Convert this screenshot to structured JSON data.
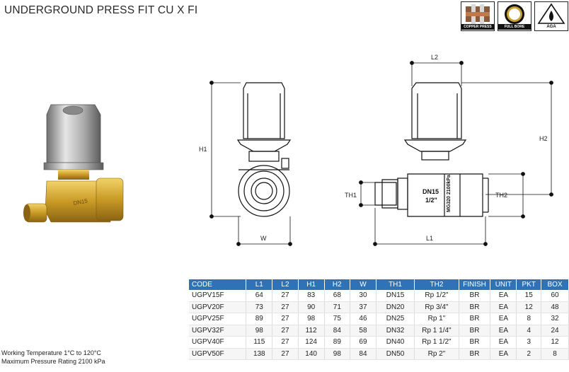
{
  "title": "UNDERGROUND PRESS FIT CU X FI",
  "badges": [
    {
      "label": "COPPER PRESS",
      "icon": "copper-press-icon"
    },
    {
      "label": "FULL BORE",
      "icon": "full-bore-icon"
    },
    {
      "label": "AGA",
      "icon": "flame-icon"
    }
  ],
  "dimension_labels": {
    "h1": "H1",
    "w": "W",
    "l2": "L2",
    "h2": "H2",
    "th1": "TH1",
    "th2": "TH2",
    "l1": "L1"
  },
  "valve_marking": {
    "size": "DN15",
    "thread": "1/2\"",
    "rating": "MG320 2100kPa"
  },
  "table": {
    "headers": [
      "CODE",
      "L1",
      "L2",
      "H1",
      "H2",
      "W",
      "TH1",
      "TH2",
      "FINISH",
      "UNIT",
      "PKT",
      "BOX"
    ],
    "rows": [
      [
        "UGPV15F",
        "64",
        "27",
        "83",
        "68",
        "30",
        "DN15",
        "Rp 1/2\"",
        "BR",
        "EA",
        "15",
        "60"
      ],
      [
        "UGPV20F",
        "73",
        "27",
        "90",
        "71",
        "37",
        "DN20",
        "Rp 3/4\"",
        "BR",
        "EA",
        "12",
        "48"
      ],
      [
        "UGPV25F",
        "89",
        "27",
        "98",
        "75",
        "46",
        "DN25",
        "Rp 1\"",
        "BR",
        "EA",
        "8",
        "32"
      ],
      [
        "UGPV32F",
        "98",
        "27",
        "112",
        "84",
        "58",
        "DN32",
        "Rp 1 1/4\"",
        "BR",
        "EA",
        "4",
        "24"
      ],
      [
        "UGPV40F",
        "115",
        "27",
        "124",
        "89",
        "69",
        "DN40",
        "Rp 1 1/2\"",
        "BR",
        "EA",
        "3",
        "12"
      ],
      [
        "UGPV50F",
        "138",
        "27",
        "140",
        "98",
        "84",
        "DN50",
        "Rp 2\"",
        "BR",
        "EA",
        "2",
        "8"
      ]
    ]
  },
  "notes": {
    "working_temperature": "Working Temperature  1°C to 120°C",
    "max_pressure": "Maximum Pressure Rating  2100 kPa"
  },
  "colors": {
    "header_blue": "#2e73b8",
    "brass": "#c9a233",
    "chrome": "#b8b8b8"
  }
}
